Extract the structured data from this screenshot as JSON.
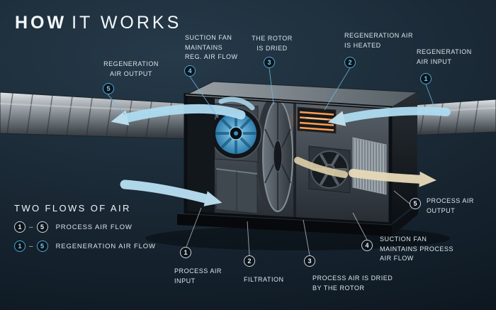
{
  "title": {
    "bold": "HOW",
    "rest": "IT WORKS"
  },
  "callouts": {
    "regeneration": [
      {
        "number": "1",
        "label": "REGENERATION\nAIR INPUT"
      },
      {
        "number": "2",
        "label": "REGENERATION AIR\nIS HEATED"
      },
      {
        "number": "3",
        "label": "THE ROTOR\nIS DRIED"
      },
      {
        "number": "4",
        "label": "SUCTION FAN\nMAINTAINS\nREG. AIR FLOW"
      },
      {
        "number": "5",
        "label": "REGENERATION\nAIR OUTPUT"
      }
    ],
    "process": [
      {
        "number": "1",
        "label": "PROCESS AIR\nINPUT"
      },
      {
        "number": "2",
        "label": "FILTRATION"
      },
      {
        "number": "3",
        "label": "PROCESS AIR IS DRIED\nBY THE ROTOR"
      },
      {
        "number": "4",
        "label": "SUCTION FAN\nMAINTAINS PROCESS\nAIR FLOW"
      },
      {
        "number": "5",
        "label": "PROCESS AIR\nOUTPUT"
      }
    ]
  },
  "legend": {
    "heading": "TWO FLOWS OF AIR",
    "dash": "–",
    "rows": [
      {
        "from": "1",
        "to": "5",
        "label": "PROCESS AIR FLOW",
        "flow": "process"
      },
      {
        "from": "1",
        "to": "5",
        "label": "REGENERATION AIR FLOW",
        "flow": "regeneration"
      }
    ]
  },
  "colors": {
    "background": "#15212c",
    "regeneration_accent": "#4da6d9",
    "process_accent": "#dde6ec",
    "airflow_blue": "#b6dff2",
    "dry_air_tan": "#e7dab8",
    "heater_orange": "#f08432"
  }
}
